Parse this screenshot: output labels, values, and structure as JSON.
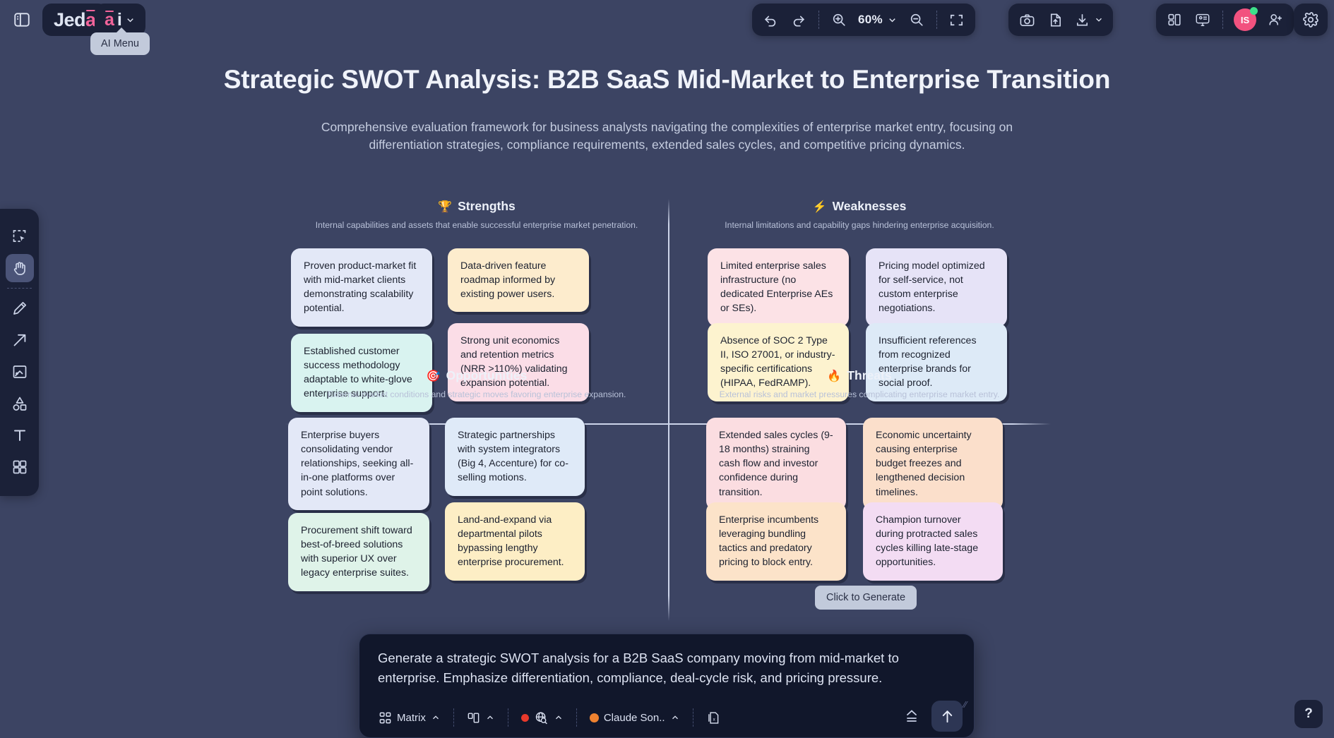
{
  "app": {
    "logo_text_dark": "Jed",
    "logo_text_accent": "a",
    "ai_label_a": "a",
    "ai_label_i": "i",
    "tooltip": "AI Menu",
    "cta": "Click to Generate",
    "help": "?"
  },
  "toolbar": {
    "undo": "undo-icon",
    "redo": "redo-icon",
    "zoom_in": "zoom-in-icon",
    "zoom_level": "60%",
    "zoom_out": "zoom-out-icon",
    "fit_screen": "fit-screen-icon",
    "camera": "camera-icon",
    "upload": "upload-file-icon",
    "download": "download-icon",
    "layout": "layout-icon",
    "present": "present-icon",
    "avatar_initials": "IS",
    "add_user": "add-user-icon",
    "settings": "gear-icon"
  },
  "tools": [
    {
      "name": "select-tool",
      "icon": "marquee-select"
    },
    {
      "name": "hand-tool",
      "icon": "hand",
      "active": true
    },
    {
      "name": "pen-tool",
      "icon": "pencil"
    },
    {
      "name": "arrow-tool",
      "icon": "arrow"
    },
    {
      "name": "frame-tool",
      "icon": "frame"
    },
    {
      "name": "shapes-tool",
      "icon": "shapes"
    },
    {
      "name": "text-tool",
      "icon": "text-T"
    },
    {
      "name": "grid-tool",
      "icon": "grid"
    }
  ],
  "document": {
    "title": "Strategic SWOT Analysis: B2B SaaS Mid-Market to Enterprise Transition",
    "subtitle": "Comprehensive evaluation framework for business analysts navigating the complexities of enterprise market entry, focusing on differentiation strategies, compliance requirements, extended sales cycles, and competitive pricing dynamics."
  },
  "quadrants": [
    {
      "key": "strengths",
      "emoji": "🏆",
      "title": "Strengths",
      "description": "Internal capabilities and assets that enable successful enterprise market penetration.",
      "cards": [
        {
          "text": "Proven product-market fit with mid-market clients demonstrating scalability potential.",
          "color": "#e3e8f7"
        },
        {
          "text": "Data-driven feature roadmap informed by existing power users.",
          "color": "#fdeccd"
        },
        {
          "text": "Established customer success methodology adaptable to white-glove enterprise support.",
          "color": "#d9f3f0"
        },
        {
          "text": "Strong unit economics and retention metrics (NRR >110%) validating expansion potential.",
          "color": "#fbdde7"
        }
      ]
    },
    {
      "key": "weaknesses",
      "emoji": "⚡",
      "title": "Weaknesses",
      "description": "Internal limitations and capability gaps hindering enterprise acquisition.",
      "cards": [
        {
          "text": "Limited enterprise sales infrastructure (no dedicated Enterprise AEs or SEs).",
          "color": "#fce2e6"
        },
        {
          "text": "Pricing model optimized for self-service, not custom enterprise negotiations.",
          "color": "#e6e3f7"
        },
        {
          "text": "Absence of SOC 2 Type II, ISO 27001, or industry-specific certifications (HIPAA, FedRAMP).",
          "color": "#fdf3cf"
        },
        {
          "text": "Insufficient references from recognized enterprise brands for social proof.",
          "color": "#ddeaf7"
        }
      ]
    },
    {
      "key": "opportunities",
      "emoji": "🎯",
      "title": "Opportunities",
      "description": "External market conditions and strategic moves favoring enterprise expansion.",
      "cards": [
        {
          "text": "Enterprise buyers consolidating vendor relationships, seeking all-in-one platforms over point solutions.",
          "color": "#e3e8f7"
        },
        {
          "text": "Strategic partnerships with system integrators (Big 4, Accenture) for co-selling motions.",
          "color": "#dfeaf8"
        },
        {
          "text": "Procurement shift toward best-of-breed solutions with superior UX over legacy enterprise suites.",
          "color": "#dff3e9"
        },
        {
          "text": "Land-and-expand via departmental pilots bypassing lengthy enterprise procurement.",
          "color": "#fdeec5"
        }
      ]
    },
    {
      "key": "threats",
      "emoji": "🔥",
      "title": "Threats",
      "description": "External risks and market pressures complicating enterprise market entry.",
      "cards": [
        {
          "text": "Extended sales cycles (9-18 months) straining cash flow and investor confidence during transition.",
          "color": "#fbdde1"
        },
        {
          "text": "Economic uncertainty causing enterprise budget freezes and lengthened decision timelines.",
          "color": "#fbdfcb"
        },
        {
          "text": "Enterprise incumbents leveraging bundling tactics and predatory pricing to block entry.",
          "color": "#fce3c9"
        },
        {
          "text": "Champion turnover during protracted sales cycles killing late-stage opportunities.",
          "color": "#f3dcf3"
        }
      ]
    }
  ],
  "prompt": {
    "text": "Generate a strategic SWOT analysis for a B2B SaaS company moving from mid-market to enterprise. Emphasize differentiation, compliance, deal-cycle risk, and pricing pressure.",
    "mode_label": "Matrix",
    "layout_label": "",
    "web_label": "",
    "model_label": "Claude Son..",
    "attachment": "attachment-icon",
    "align": "align-icon",
    "send": "send-arrow-icon"
  }
}
